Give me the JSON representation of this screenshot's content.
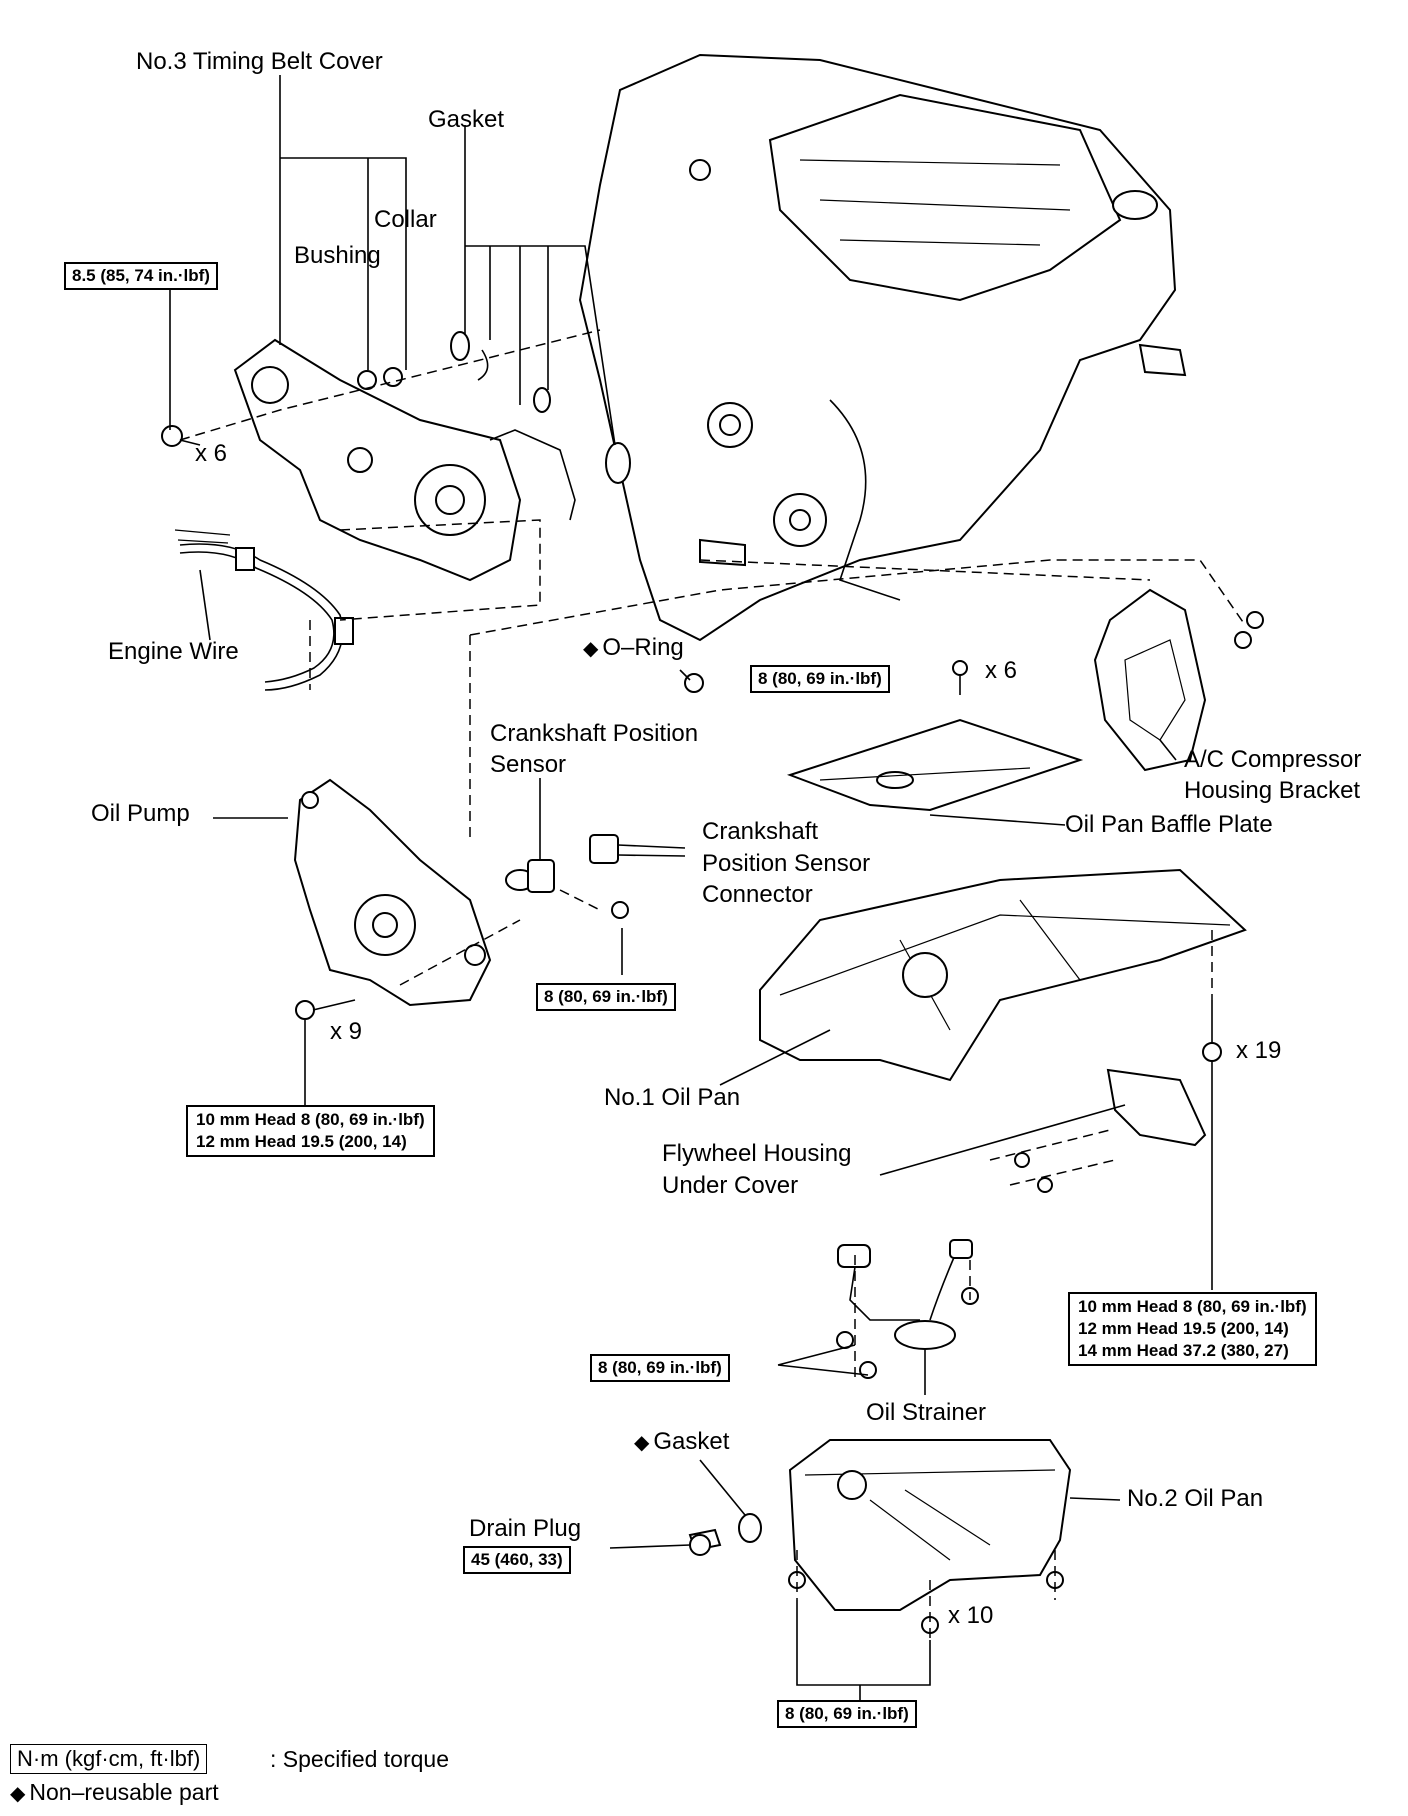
{
  "labels": {
    "timing_belt_cover": "No.3 Timing Belt Cover",
    "gasket_top": "Gasket",
    "collar": "Collar",
    "bushing": "Bushing",
    "x6_left": "x 6",
    "engine_wire": "Engine Wire",
    "o_ring": "O–Ring",
    "x6_right": "x 6",
    "crank_sensor_l1": "Crankshaft Position",
    "crank_sensor_l2": "Sensor",
    "crank_conn_l1": "Crankshaft",
    "crank_conn_l2": "Position Sensor",
    "crank_conn_l3": "Connector",
    "oil_pump": "Oil Pump",
    "x9": "x 9",
    "ac_l1": "A/C Compressor",
    "ac_l2": "Housing Bracket",
    "baffle": "Oil Pan Baffle Plate",
    "oil_pan_1": "No.1 Oil Pan",
    "x19": "x 19",
    "flywheel_l1": "Flywheel Housing",
    "flywheel_l2": "Under Cover",
    "oil_strainer": "Oil Strainer",
    "gasket_bottom": "Gasket",
    "drain_plug": "Drain Plug",
    "oil_pan_2": "No.2 Oil Pan",
    "x10": "x 10"
  },
  "torque": {
    "timing_cover": "8.5 (85, 74 in.·lbf)",
    "o_ring_bolts": "8 (80, 69 in.·lbf)",
    "sensor_bolt": "8 (80, 69 in.·lbf)",
    "oil_pump_l1": "10 mm Head 8 (80, 69 in.·lbf)",
    "oil_pump_l2": "12 mm Head 19.5 (200, 14)",
    "pan_l1": "10 mm Head 8 (80, 69 in.·lbf)",
    "pan_l2": "12 mm Head 19.5 (200, 14)",
    "pan_l3": "14 mm Head 37.2 (380, 27)",
    "strainer": "8 (80, 69 in.·lbf)",
    "drain": "45 (460, 33)",
    "pan2": "8 (80, 69 in.·lbf)"
  },
  "legend": {
    "unit_box": "N·m (kgf·cm, ft·lbf)",
    "unit_text": ": Specified torque",
    "nonreusable": "Non–reusable part"
  },
  "symbols": {
    "diamond": "◆"
  }
}
